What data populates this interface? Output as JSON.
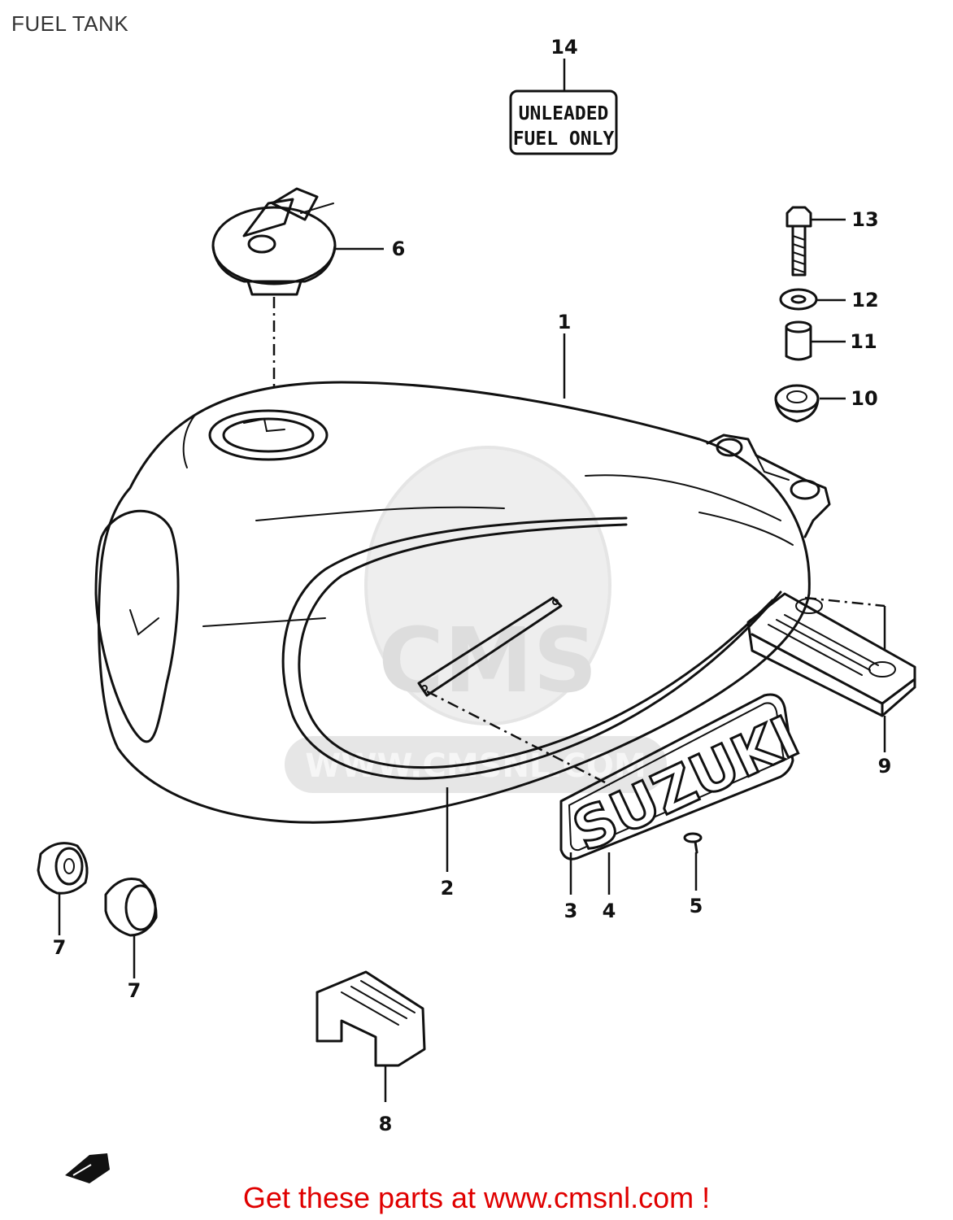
{
  "page": {
    "title": "FUEL TANK"
  },
  "decal": {
    "line1": "UNLEADED",
    "line2": "FUEL ONLY"
  },
  "emblem": {
    "text": "SUZUKI"
  },
  "watermark": {
    "text": "CMS",
    "url": "WWW.CMSNL.COM"
  },
  "callouts": {
    "c1": "1",
    "c2": "2",
    "c3": "3",
    "c4": "4",
    "c5": "5",
    "c6": "6",
    "c7a": "7",
    "c7b": "7",
    "c8": "8",
    "c9": "9",
    "c10": "10",
    "c11": "11",
    "c12": "12",
    "c13": "13",
    "c14": "14"
  },
  "footer": {
    "text": "Get these parts at www.cmsnl.com !"
  },
  "colors": {
    "line": "#111111",
    "footer": "#e00000",
    "watermark": "#e3e3e3"
  }
}
